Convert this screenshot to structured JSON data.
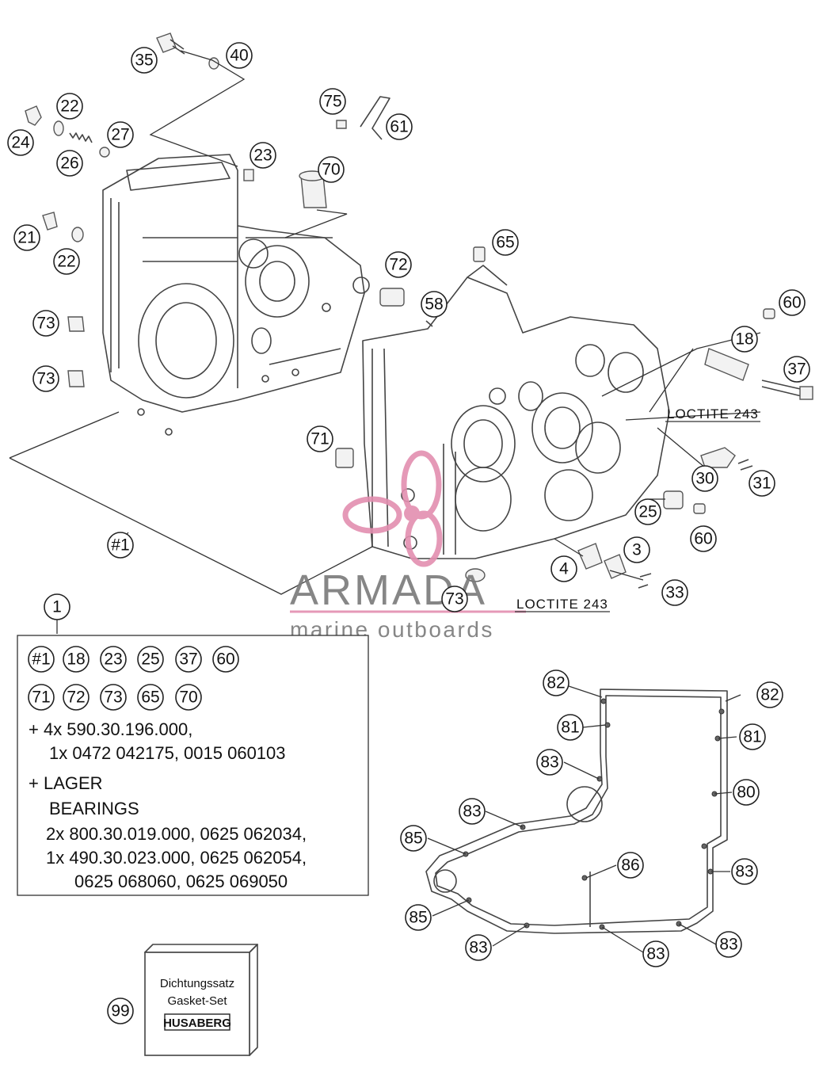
{
  "callouts": {
    "c35": "35",
    "c40": "40",
    "c22a": "22",
    "c27": "27",
    "c24": "24",
    "c26": "26",
    "c75": "75",
    "c61": "61",
    "c23": "23",
    "c70": "70",
    "c21": "21",
    "c22b": "22",
    "c65": "65",
    "c72": "72",
    "c58": "58",
    "c73a": "73",
    "c73b": "73",
    "c60a": "60",
    "c18": "18",
    "c37": "37",
    "c71": "71",
    "c30": "30",
    "c31": "31",
    "c25": "25",
    "c60b": "60",
    "c3": "3",
    "c4": "4",
    "c33": "33",
    "c73c": "73",
    "c1": "1",
    "chash1": "#1",
    "c82a": "82",
    "c82b": "82",
    "c81a": "81",
    "c81b": "81",
    "c83a": "83",
    "c80": "80",
    "c83b": "83",
    "c85a": "85",
    "c86": "86",
    "c83c": "83",
    "c85b": "85",
    "c83d": "83",
    "c83e": "83",
    "c83f": "83",
    "c99": "99"
  },
  "notes": {
    "loctite_upper": "LOCTITE 243",
    "loctite_lower": "LOCTITE 243"
  },
  "kit": {
    "row1": [
      "#1",
      "18",
      "23",
      "25",
      "37",
      "60"
    ],
    "row2": [
      "71",
      "72",
      "73",
      "65",
      "70"
    ],
    "line1": "+ 4x 590.30.196.000,",
    "line2": "1x 0472 042175, 0015 060103",
    "line3": "+ LAGER",
    "line4": "BEARINGS",
    "line5": "2x 800.30.019.000, 0625 062034,",
    "line6": "1x 490.30.023.000, 0625 062054,",
    "line7": "0625 068060, 0625 069050"
  },
  "gasket_box": {
    "line1": "Dichtungssatz",
    "line2": "Gasket-Set",
    "brand": "HUSABERG"
  },
  "watermark": {
    "title": "ARMADA",
    "subtitle": "marine outboards"
  }
}
